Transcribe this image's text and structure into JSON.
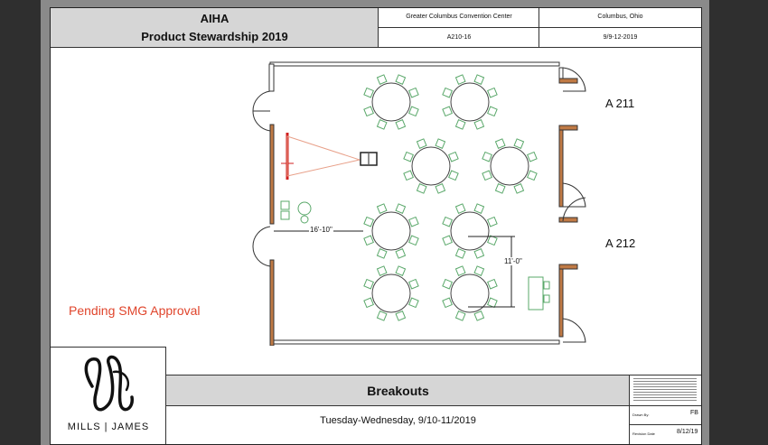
{
  "header": {
    "client": "AIHA",
    "event": "Product Stewardship 2019",
    "venue": "Greater Columbus Convention Center",
    "city": "Columbus, Ohio",
    "room_code": "A210-16",
    "dates": "9/9-12-2019"
  },
  "plan": {
    "adjacent_room_1": "A 211",
    "adjacent_room_2": "A 212",
    "dim_horizontal": "16'-10\"",
    "dim_vertical": "11'-0\"",
    "note": "Pending SMG Approval"
  },
  "footer": {
    "logo_text": "MILLS | JAMES",
    "title": "Breakouts",
    "date_line": "Tuesday-Wednesday, 9/10-11/2019",
    "drawn_by_label": "Drawn By:",
    "drawn_by": "FB",
    "revision_label": "Revision Date",
    "revision_date": "8/12/19"
  },
  "colors": {
    "table_green": "#5aa86a",
    "screen_red": "#d01f1f",
    "wall_brown": "#c07a45",
    "note_red": "#e0452c",
    "title_grey": "#d6d6d6"
  }
}
